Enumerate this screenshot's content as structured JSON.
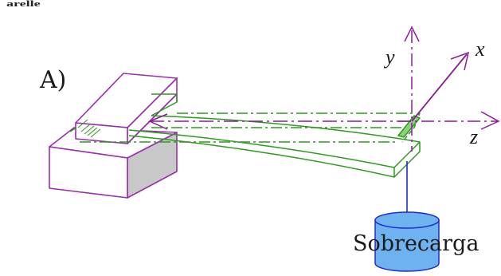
{
  "figure": {
    "top_fragment": "arelle",
    "panel_label": "A)",
    "axis_labels": {
      "x": "x",
      "y": "y",
      "z": "z"
    },
    "load_label": "Sobrecarga"
  },
  "colors": {
    "support": "#9b2fae",
    "support_shade": "#c8c8c8",
    "beam": "#2f9a1f",
    "axes": "#8a1c9a",
    "load_cable": "#1a2ccf",
    "load_fill": "#6fb2f0",
    "text": "#1a1a1a"
  }
}
